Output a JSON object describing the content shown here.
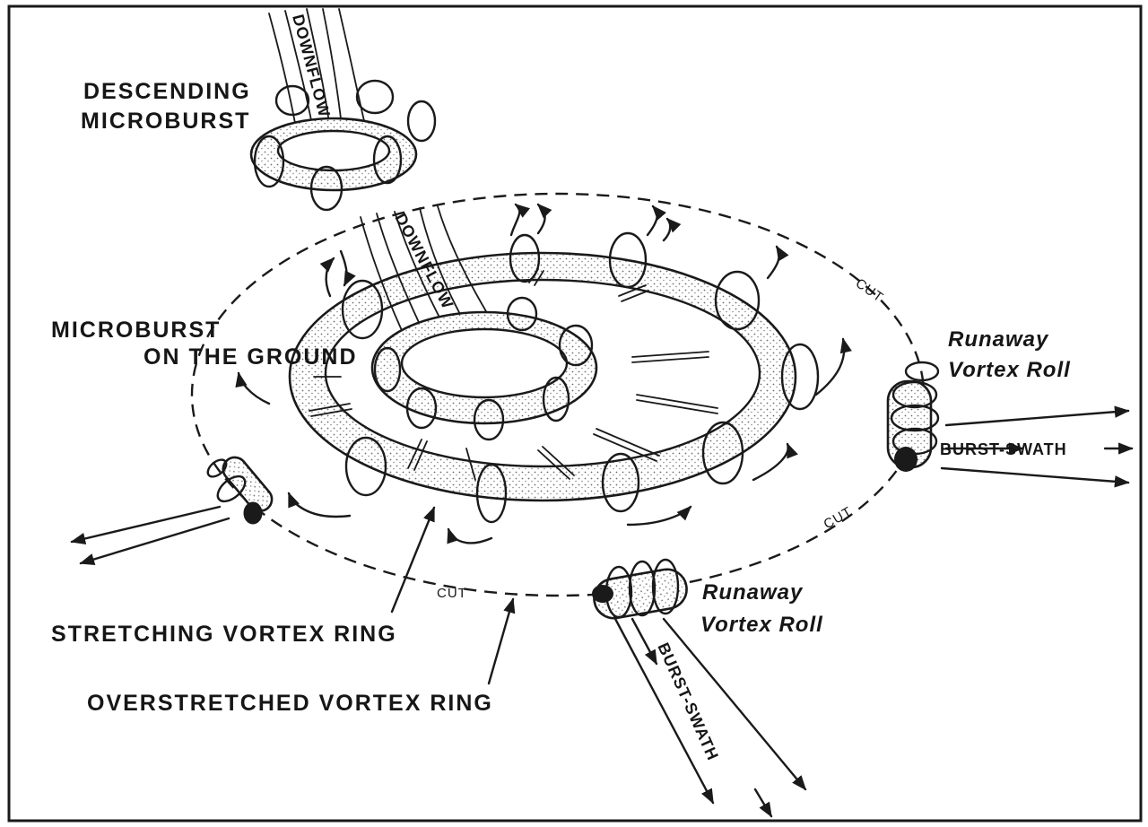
{
  "labels": {
    "descending_microburst_line1": "DESCENDING",
    "descending_microburst_line2": "MICROBURST",
    "downflow_top": "DOWNFLOW",
    "downflow_ground": "DOWNFLOW",
    "microburst_ground_line1": "MICROBURST",
    "microburst_ground_line2": "ON THE GROUND",
    "runaway_right_line1": "Runaway",
    "runaway_right_line2": "Vortex Roll",
    "runaway_bottom_line1": "Runaway",
    "runaway_bottom_line2": "Vortex Roll",
    "burst_swath_right": "BURST-SWATH",
    "burst_swath_bottom": "BURST-SWATH",
    "stretching_vortex_ring": "STRETCHING VORTEX RING",
    "overstretched_vortex_ring": "OVERSTRETCHED VORTEX RING",
    "cut_1": "CUT",
    "cut_2": "CUT",
    "cut_3": "CUT"
  },
  "colors": {
    "ink": "#1a1a1a",
    "paper": "#ffffff",
    "stipple": "#8a8a8a"
  }
}
